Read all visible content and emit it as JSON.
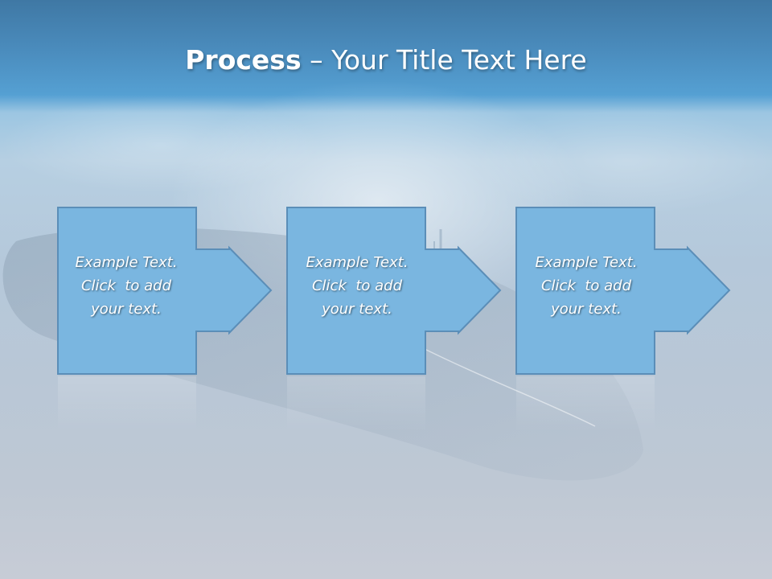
{
  "slide": {
    "title_bold": "Process",
    "title_dash": "–",
    "title_rest": "Your Title Text Here"
  },
  "colors": {
    "box_fill": "#7ab6e0",
    "box_stroke": "#5b8eb8",
    "title_text": "#ffffff",
    "step_text": "#ffffff"
  },
  "steps": [
    {
      "line1": "Example Text.",
      "line2": "Click  to add",
      "line3": "your text."
    },
    {
      "line1": "Example Text.",
      "line2": "Click  to add",
      "line3": "your text."
    },
    {
      "line1": "Example Text.",
      "line2": "Click  to add",
      "line3": "your text."
    }
  ]
}
